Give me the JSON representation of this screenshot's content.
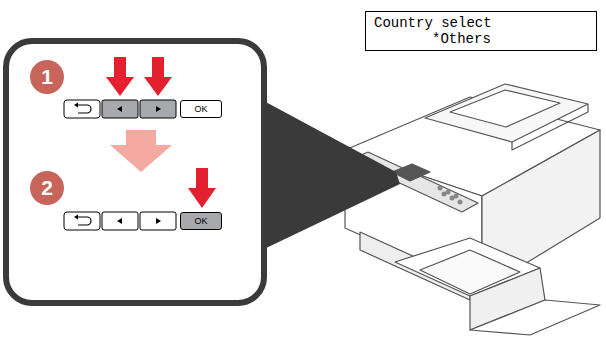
{
  "diagram": {
    "nodes": [
      {
        "text": [
          "Country select",
          "*Others"
        ]
      },
      {
        "text": [
          "1"
        ]
      },
      {
        "text": [
          "OK"
        ]
      },
      {
        "text": [
          "2"
        ]
      },
      {
        "text": [
          "OK"
        ]
      }
    ]
  }
}
